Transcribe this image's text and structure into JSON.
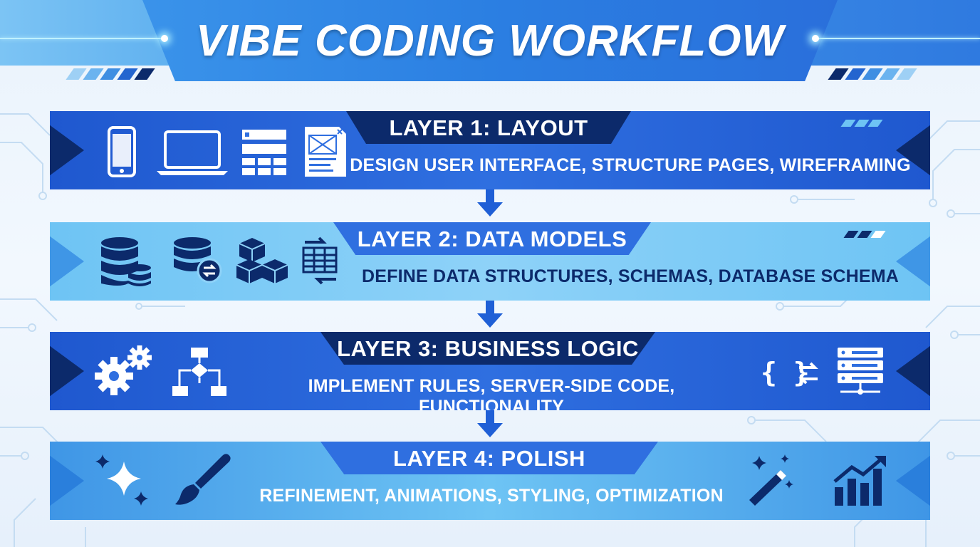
{
  "title": "VIBE CODING WORKFLOW",
  "colors": {
    "dark_navy": "#0c2a6b",
    "royal_blue": "#2f6fe0",
    "light_blue": "#6ec4f4",
    "sky_blue": "#8ed2f8",
    "white": "#ffffff"
  },
  "layers": [
    {
      "title": "LAYER 1: LAYOUT",
      "description": "DESIGN USER INTERFACE, STRUCTURE PAGES, WIREFRAMING",
      "icons": [
        "smartphone-icon",
        "laptop-icon",
        "page-layout-icon",
        "wireframe-document-icon"
      ]
    },
    {
      "title": "LAYER 2: DATA MODELS",
      "description": "DEFINE DATA STRUCTURES, SCHEMAS, DATABASE SCHEMA",
      "icons": [
        "database-stack-icon",
        "database-sync-icon",
        "cubes-icon",
        "table-transfer-icon"
      ]
    },
    {
      "title": "LAYER 3: BUSINESS LOGIC",
      "description": "IMPLEMENT RULES, SERVER-SIDE CODE, FUNCTIONALITY",
      "icons": [
        "gears-icon",
        "flowchart-icon",
        "code-braces-icon",
        "server-icon"
      ]
    },
    {
      "title": "LAYER 4: POLISH",
      "description": "REFINEMENT, ANIMATIONS, STYLING, OPTIMIZATION",
      "icons": [
        "sparkles-icon",
        "paintbrush-icon",
        "magic-wand-icon",
        "growth-chart-icon"
      ]
    }
  ],
  "connectors": [
    "down-arrow-icon",
    "down-arrow-icon",
    "down-arrow-icon"
  ]
}
